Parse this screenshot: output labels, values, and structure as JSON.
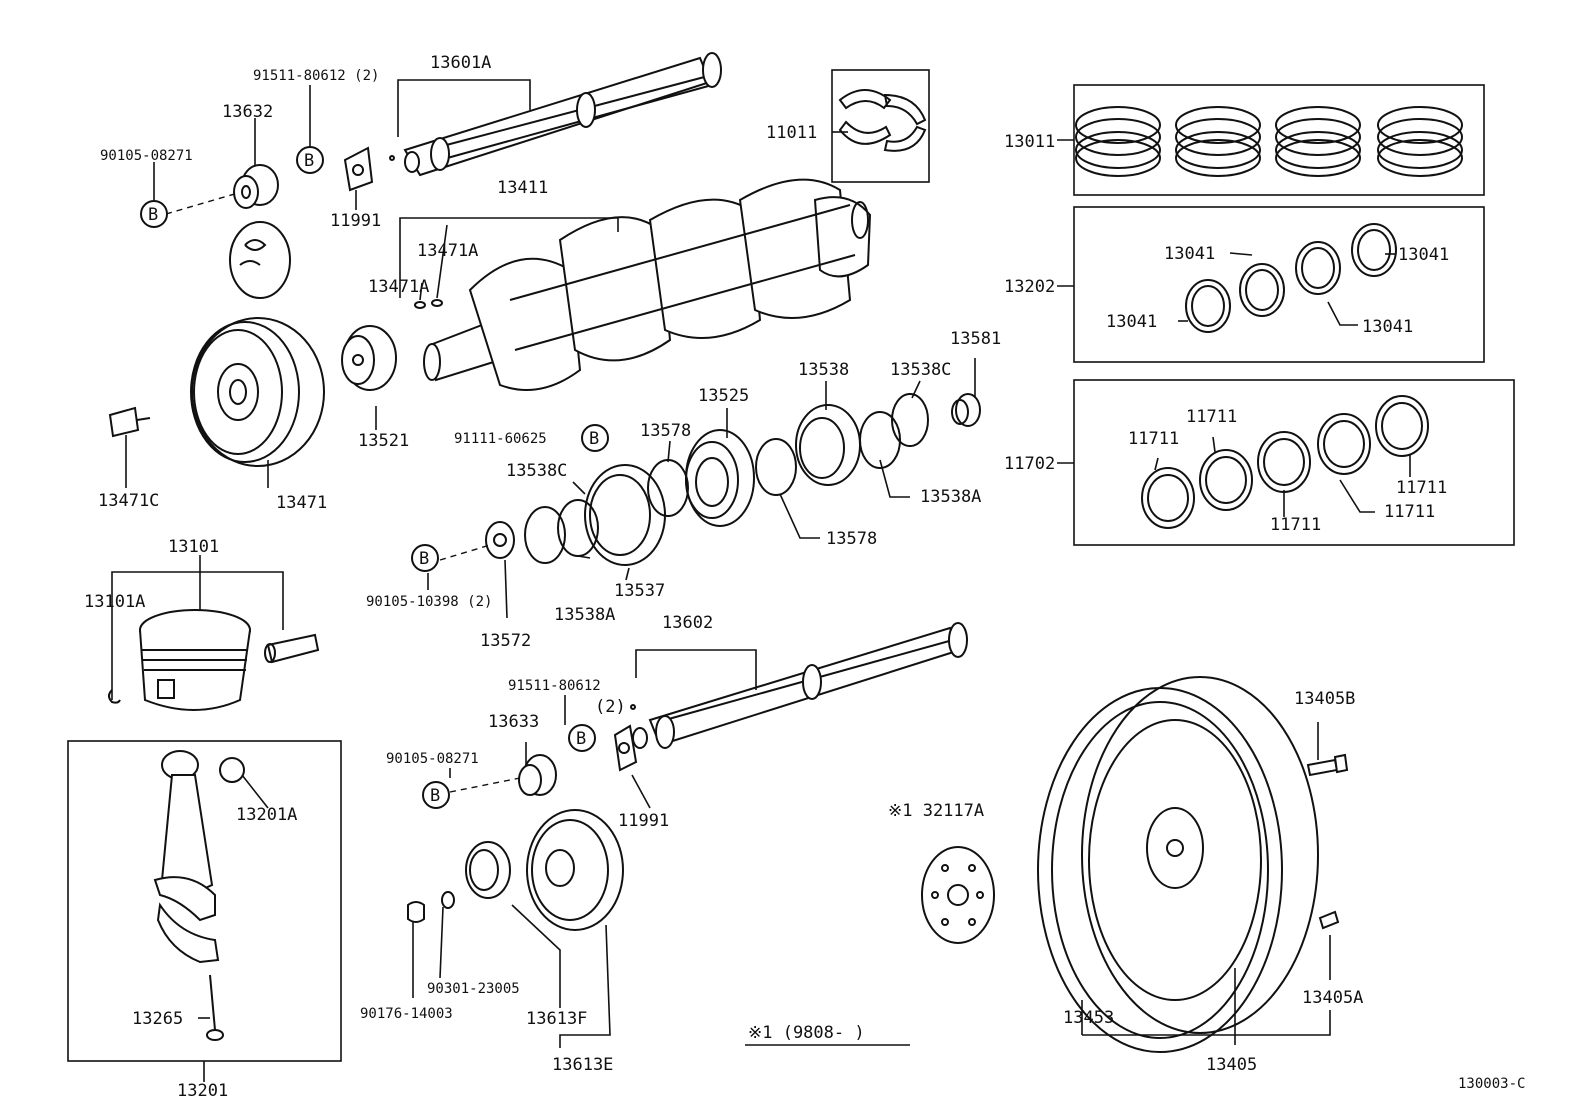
{
  "labels": {
    "p13601A": "13601A",
    "p91511_80612_2": "91511-80612 (2)",
    "p13632": "13632",
    "p90105_08271_a": "90105-08271",
    "p11991_a": "11991",
    "p11011": "11011",
    "p13011": "13011",
    "p13411": "13411",
    "p13471A_a": "13471A",
    "p13471A_b": "13471A",
    "p13202": "13202",
    "p13041_a": "13041",
    "p13041_b": "13041",
    "p13041_c": "13041",
    "p13041_d": "13041",
    "p13581": "13581",
    "p13538": "13538",
    "p13538C_a": "13538C",
    "p13525": "13525",
    "p13521": "13521",
    "p91111_60625": "91111-60625",
    "p13578_a": "13578",
    "p13578_b": "13578",
    "p13538A_a": "13538A",
    "p13538C_b": "13538C",
    "p13471C": "13471C",
    "p13471": "13471",
    "p11702": "11702",
    "p11711_a": "11711",
    "p11711_b": "11711",
    "p11711_c": "11711",
    "p11711_d": "11711",
    "p11711_e": "11711",
    "p13101": "13101",
    "p13101A": "13101A",
    "p90105_10398": "90105-10398 (2)",
    "p13537": "13537",
    "p13538A_b": "13538A",
    "p13572": "13572",
    "p13602": "13602",
    "p91511_80612": "91511-80612",
    "p_2": "(2)",
    "p13633": "13633",
    "p90105_08271_b": "90105-08271",
    "p11991_b": "11991",
    "p13201A": "13201A",
    "p13405B": "13405B",
    "p32117A": "※1 32117A",
    "p13265": "13265",
    "p90301_23005": "90301-23005",
    "p90176_14003": "90176-14003",
    "p13613F": "13613F",
    "p13613E": "13613E",
    "p13201": "13201",
    "p13453": "13453",
    "p13405A": "13405A",
    "p13405": "13405",
    "footnote": "※1 (9808-        )",
    "ref_code": "130003-C"
  },
  "callout_mark": "B"
}
